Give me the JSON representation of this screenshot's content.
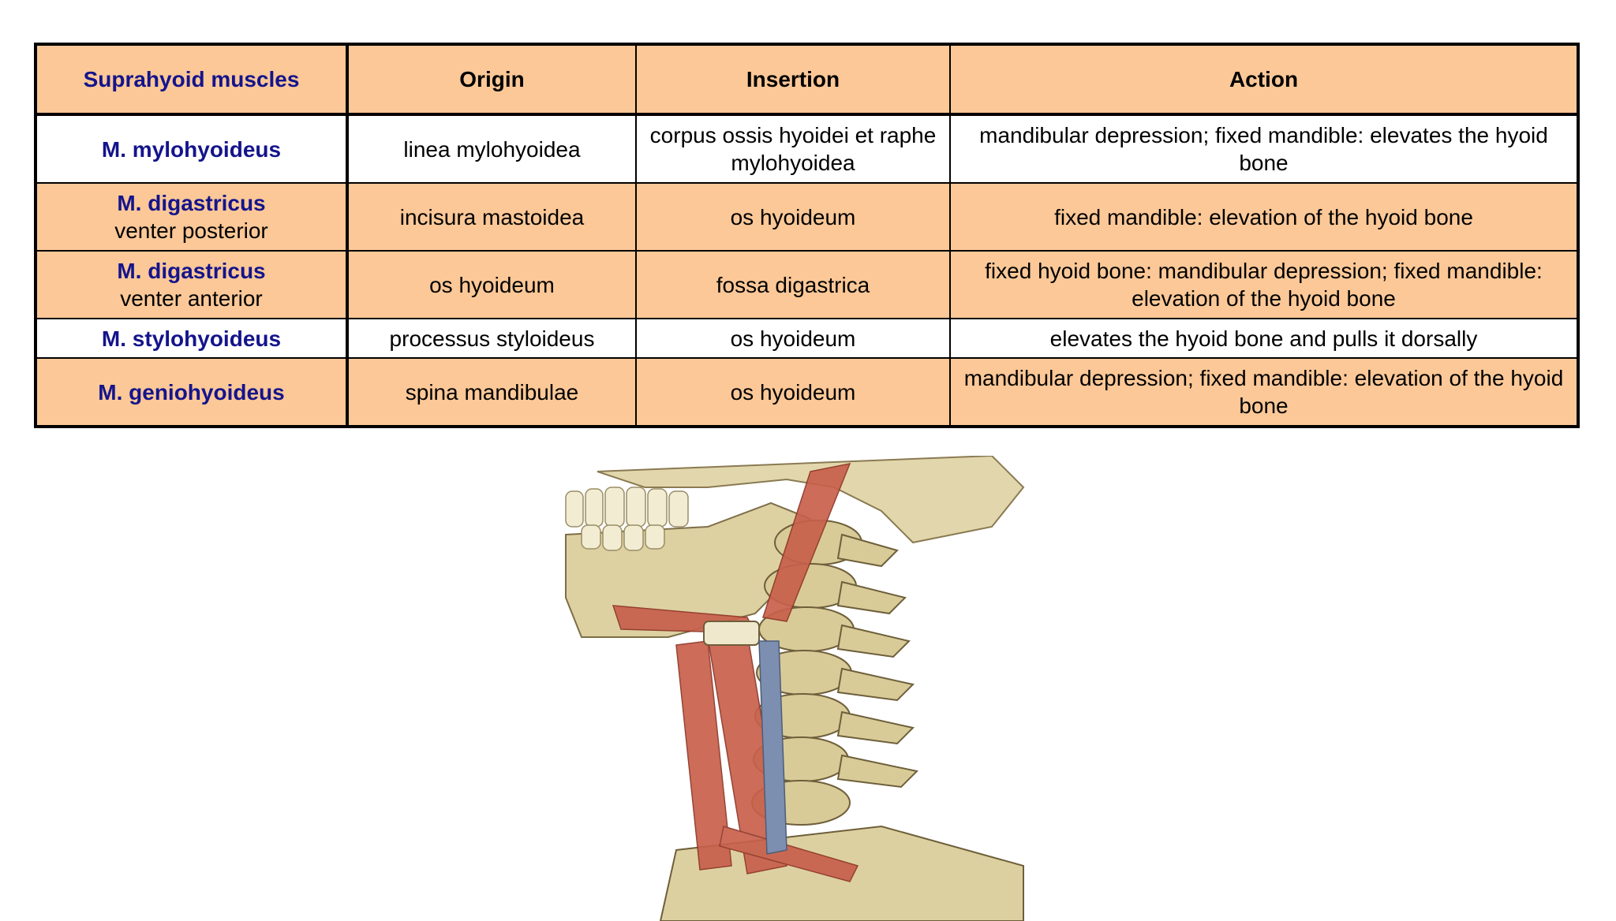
{
  "table": {
    "headers": [
      "Suprahyoid muscles",
      "Origin",
      "Insertion",
      "Action"
    ],
    "rows": [
      {
        "muscle": "M. mylohyoideus",
        "muscle_sub": "",
        "origin": "linea mylohyoidea",
        "insertion": "corpus ossis hyoidei et raphe mylohyoidea",
        "action": "mandibular depression; fixed mandible: elevates the hyoid bone"
      },
      {
        "muscle": "M. digastricus",
        "muscle_sub": "venter posterior",
        "origin": "incisura mastoidea",
        "insertion": "os hyoideum",
        "action": "fixed mandible: elevation of the hyoid bone"
      },
      {
        "muscle": "M. digastricus",
        "muscle_sub": "venter anterior",
        "origin": "os hyoideum",
        "insertion": "fossa digastrica",
        "action": "fixed hyoid bone: mandibular depression; fixed mandible: elevation of the hyoid bone"
      },
      {
        "muscle": "M. stylohyoideus",
        "muscle_sub": "",
        "origin": "processus styloideus",
        "insertion": "os hyoideum",
        "action": "elevates the hyoid bone and pulls it dorsally"
      },
      {
        "muscle": "M. geniohyoideus",
        "muscle_sub": "",
        "origin": "spina mandibulae",
        "insertion": "os hyoideum",
        "action": "mandibular depression; fixed mandible: elevation of the hyoid bone"
      }
    ]
  },
  "colors": {
    "header_bg": "#fcc897",
    "row_peach": "#fcc897",
    "row_white": "#ffffff",
    "muscle_name": "#14148c",
    "muscle_red": "#c8604c",
    "bone": "#dcd2a8"
  },
  "illustration": {
    "subject": "lateral view of skull, cervical spine and neck muscles"
  }
}
